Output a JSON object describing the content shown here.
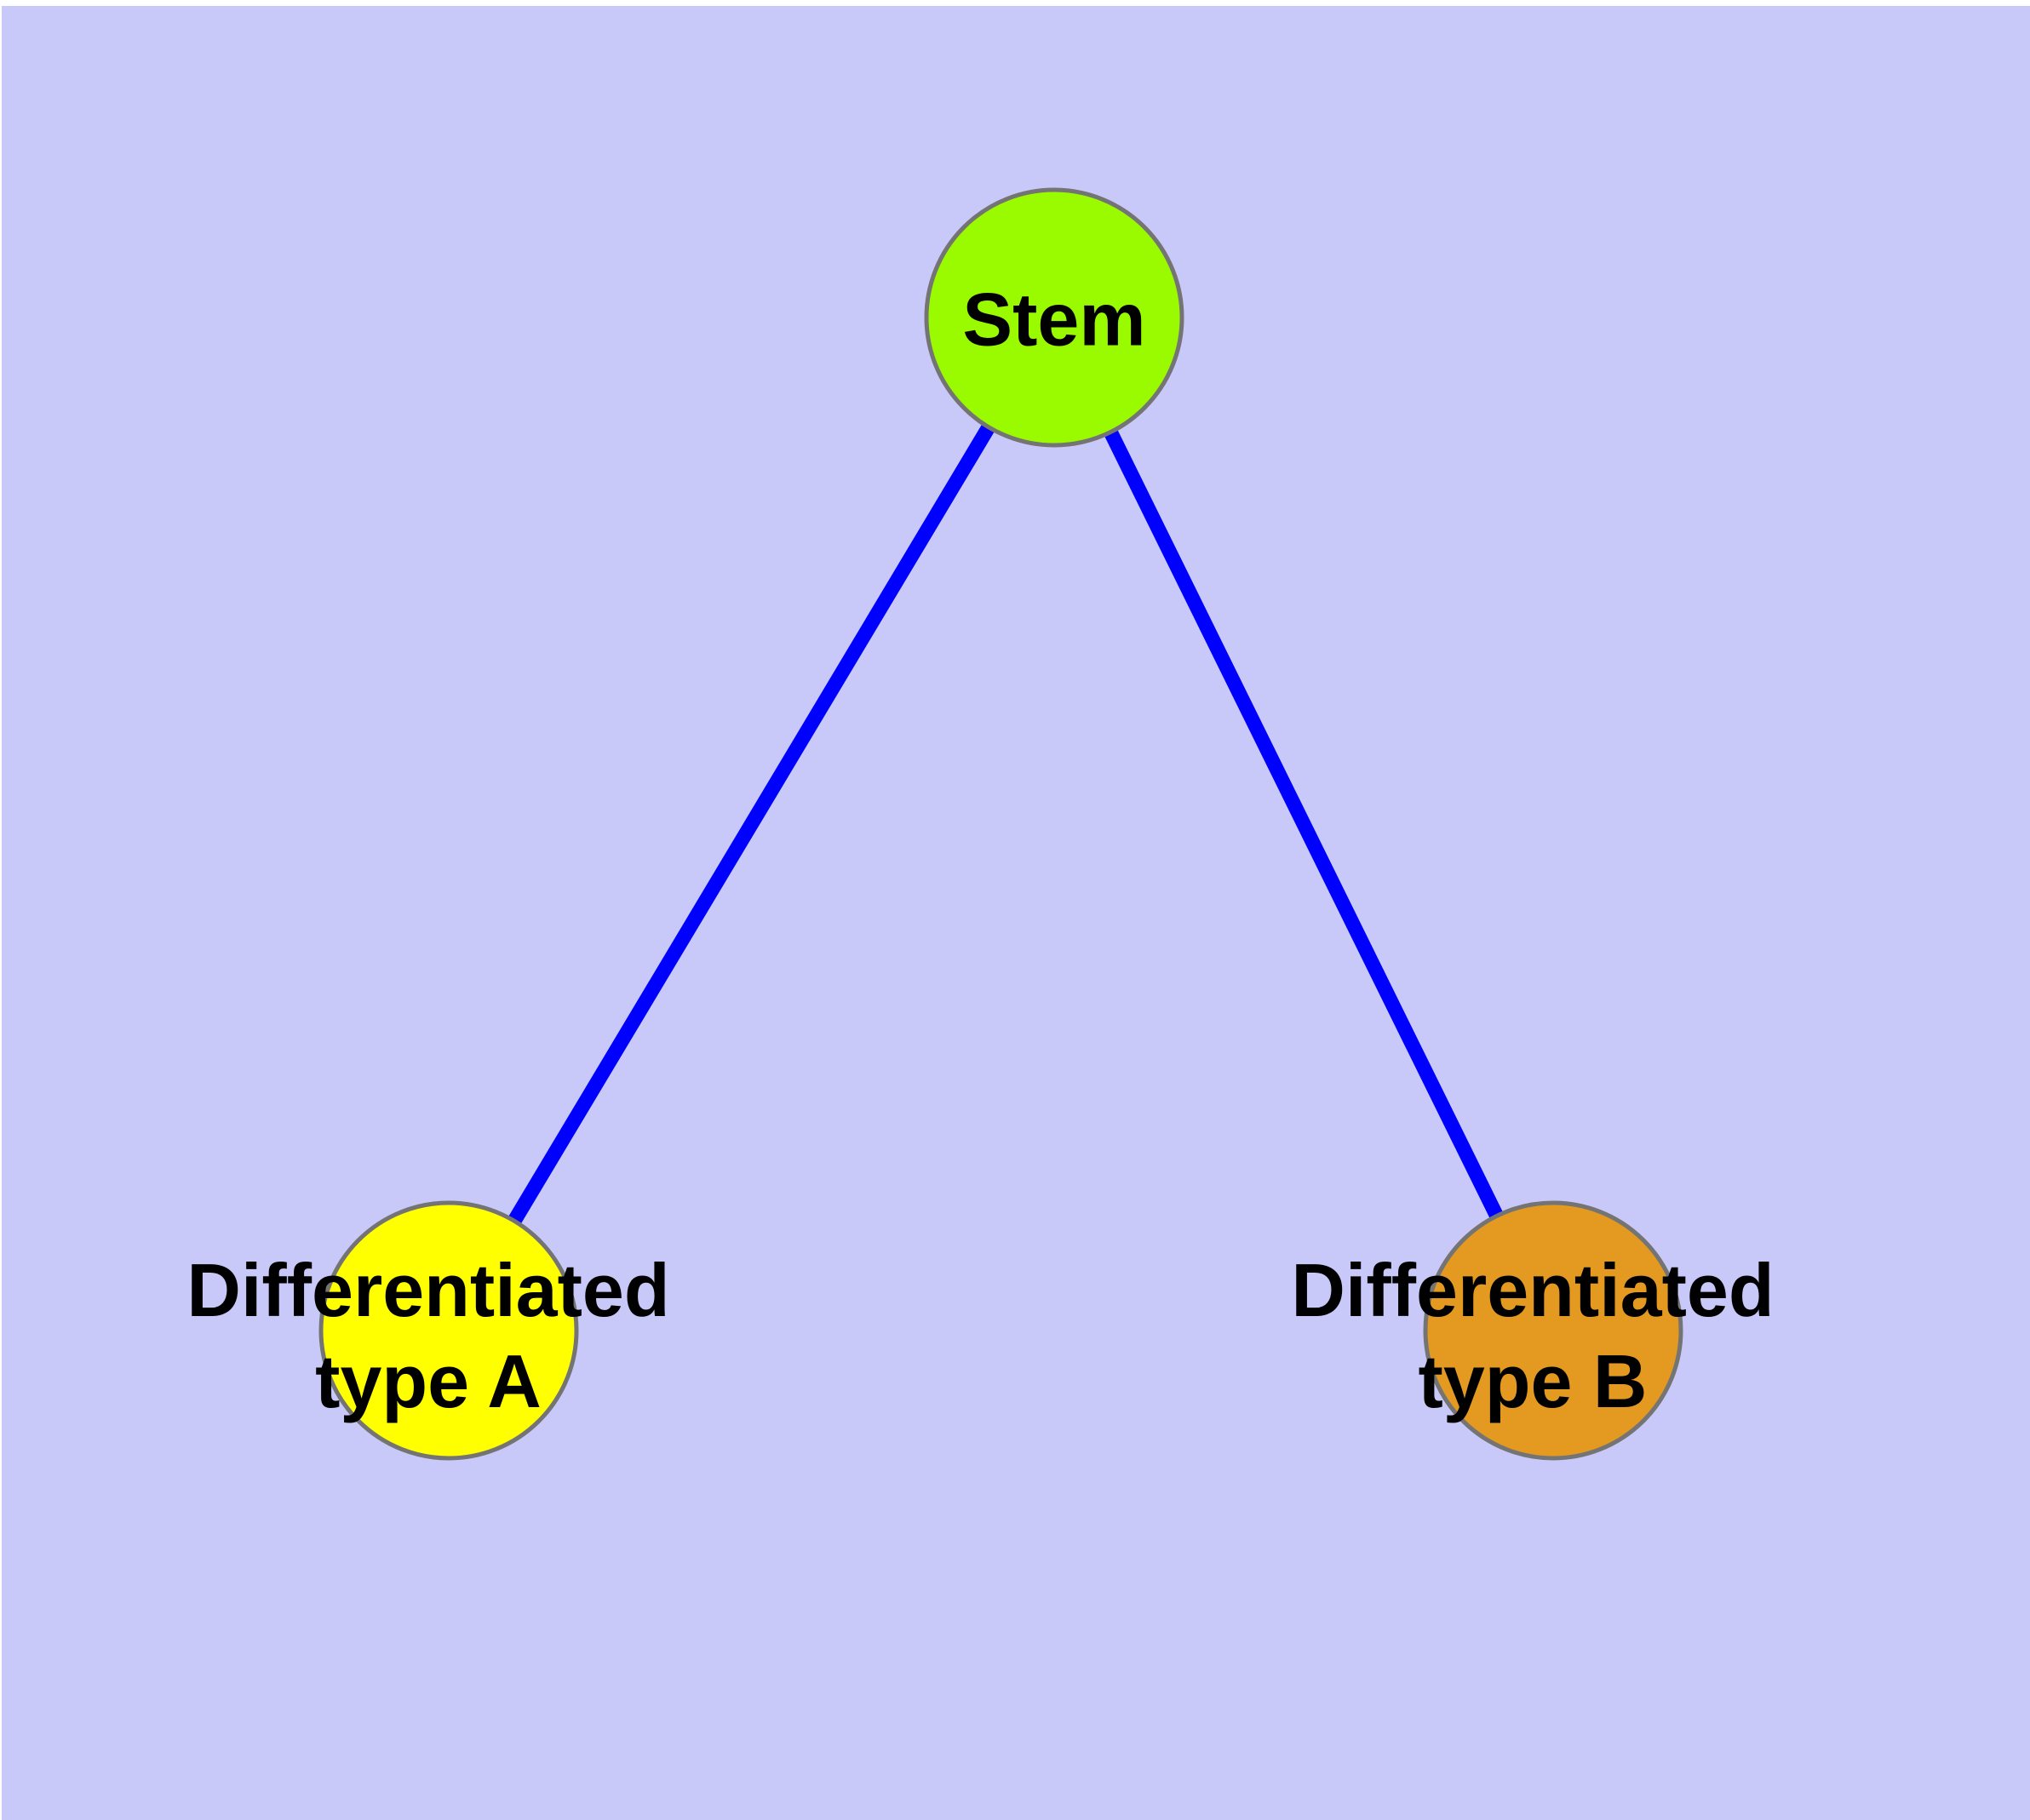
{
  "diagram": {
    "type": "graph",
    "description": "Cell differentiation hierarchy: a stem node with two differentiated daughter types",
    "background_color": "#C9C9F9",
    "edge_color": "#0000FF",
    "node_border_color": "#747474",
    "label_color": "#000000",
    "nodes": {
      "stem": {
        "label": "Stem",
        "fill": "#9AFB00"
      },
      "typeA": {
        "label": "Differentiated type A",
        "label_line1": "Differentiated",
        "label_line2": "type A",
        "fill": "#FFFF00"
      },
      "typeB": {
        "label": "Differentiated type B",
        "label_line1": "Differentiated",
        "label_line2": "type B",
        "fill": "#E49A21"
      }
    },
    "edges": [
      {
        "from": "Stem",
        "to": "Differentiated type A"
      },
      {
        "from": "Stem",
        "to": "Differentiated type B"
      }
    ]
  }
}
